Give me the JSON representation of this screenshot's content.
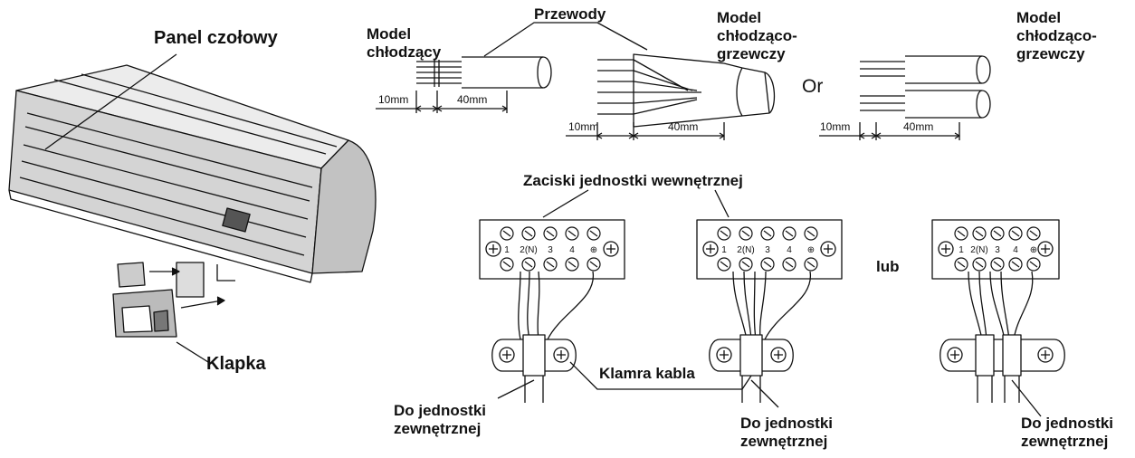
{
  "labels": {
    "front_panel": "Panel czołowy",
    "flap": "Klapka",
    "wires": "Przewody",
    "model_cooling": "Model\nchłodzący",
    "model_heat_pump_1": "Model\nchłodząco-\ngrzewczy",
    "model_heat_pump_2": "Model\nchłodząco-\ngrzewczy",
    "or": "Or",
    "lub": "lub",
    "indoor_terminals": "Zaciski jednostki wewnętrznej",
    "cable_clamp": "Klamra kabla",
    "to_outdoor_1": "Do jednostki\nzewnętrznej",
    "to_outdoor_2": "Do jednostki\nzewnętrznej",
    "to_outdoor_3": "Do jednostki\nzewnętrznej"
  },
  "dimensions": {
    "d1_short": "10mm",
    "d1_long": "40mm",
    "d2_short": "10mm",
    "d2_long": "40mm",
    "d3_short": "10mm",
    "d3_long": "40mm"
  },
  "terminals": [
    "1",
    "2(N)",
    "3",
    "4",
    "⊕"
  ]
}
